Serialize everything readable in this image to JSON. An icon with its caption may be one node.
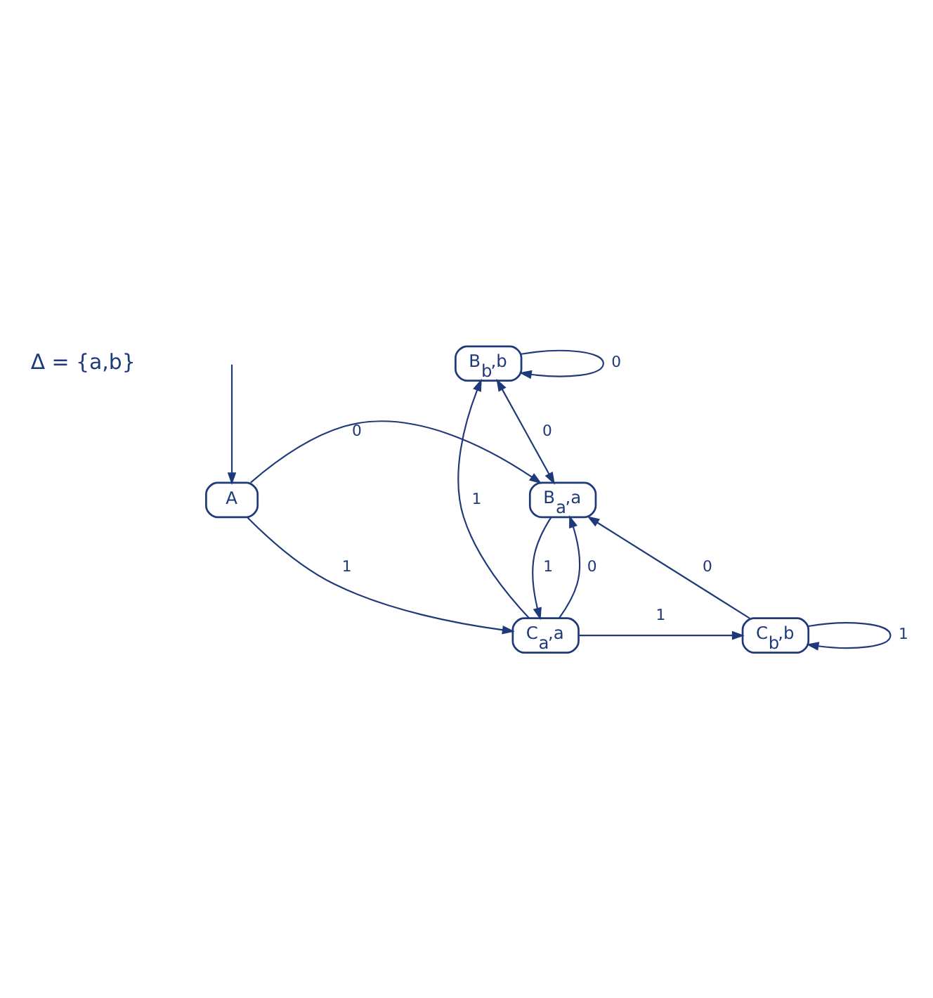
{
  "diagram": {
    "nodes": [
      {
        "text": [
          "A"
        ]
      },
      {
        "text": [
          "B$_{a}$,a"
        ]
      },
      {
        "text": [
          "B$_{b}$,b"
        ]
      },
      {
        "text": [
          "C$_{a}$,a"
        ]
      },
      {
        "text": [
          "C$_{b}$,b"
        ]
      }
    ],
    "edges": [
      {
        "from": null,
        "to": 0,
        "arrow": "to"
      },
      {
        "from": 0,
        "to": 1,
        "arrow": "to",
        "label": "0"
      },
      {
        "from": 0,
        "to": 3,
        "arrow": "to",
        "label": "1"
      },
      {
        "from": 1,
        "to": 2,
        "arrow": "both",
        "label": "0"
      },
      {
        "from": 2,
        "to": 2,
        "arrow": "to",
        "label": "0"
      },
      {
        "from": 3,
        "to": 2,
        "arrow": "to",
        "label": "1"
      },
      {
        "from": 1,
        "to": 3,
        "arrow": "to",
        "label": "1"
      },
      {
        "from": 3,
        "to": 1,
        "arrow": "to",
        "label": "0"
      },
      {
        "from": 4,
        "to": 1,
        "arrow": "to",
        "label": "0"
      },
      {
        "from": 4,
        "to": 4,
        "arrow": "to",
        "label": "1"
      },
      {
        "from": 3,
        "to": 4,
        "arrow": "to",
        "label": "1"
      }
    ],
    "labels": [
      "Δ = {a,b}"
    ]
  }
}
